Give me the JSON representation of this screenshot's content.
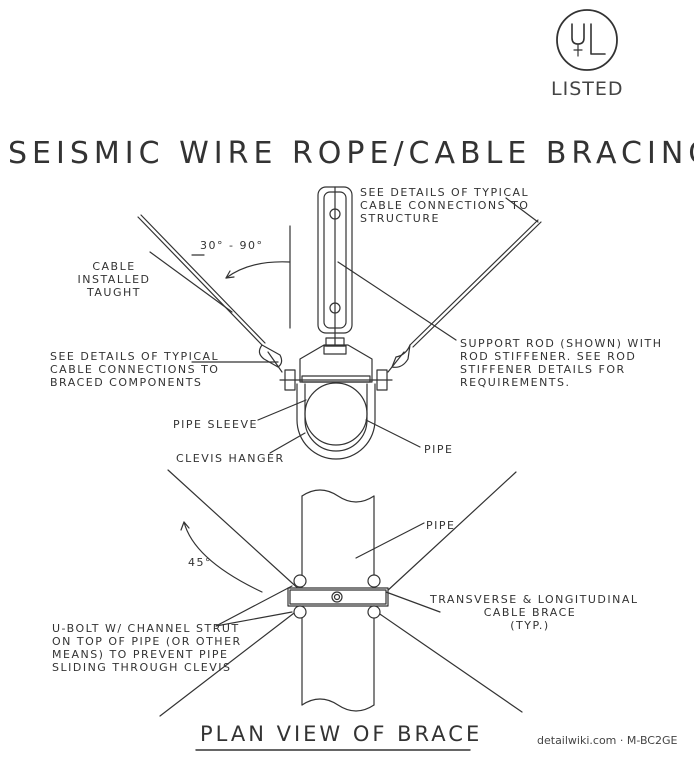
{
  "title": "SEISMIC WIRE ROPE/CABLE BRACING",
  "listing_mark": {
    "label": "LISTED"
  },
  "labels": {
    "top_right_connections": [
      "SEE DETAILS OF TYPICAL",
      "CABLE CONNECTIONS TO",
      "STRUCTURE"
    ],
    "angle_range": "30° - 90°",
    "cable_taught": [
      "CABLE",
      "INSTALLED",
      "TAUGHT"
    ],
    "left_connections": [
      "SEE DETAILS OF TYPICAL",
      "CABLE CONNECTIONS TO",
      "BRACED COMPONENTS"
    ],
    "support_rod": [
      "SUPPORT ROD (SHOWN) WITH",
      "ROD STIFFENER. SEE ROD",
      "STIFFENER DETAILS FOR",
      "REQUIREMENTS."
    ],
    "pipe_sleeve": "PIPE SLEEVE",
    "clevis_hanger": "CLEVIS HANGER",
    "pipe_top": "PIPE",
    "pipe_plan": "PIPE",
    "angle_45": "45°",
    "u_bolt": [
      "U-BOLT W/ CHANNEL STRUT",
      "ON TOP OF PIPE (OR OTHER",
      "MEANS) TO PREVENT PIPE",
      "SLIDING THROUGH CLEVIS"
    ],
    "cable_brace": [
      "TRANSVERSE & LONGITUDINAL",
      "CABLE BRACE",
      "(TYP.)"
    ]
  },
  "plan_view_title": "PLAN VIEW OF BRACE",
  "source": "detailwiki.com · M-BC2GE",
  "colors": {
    "ink": "#333333",
    "background": "#ffffff"
  }
}
